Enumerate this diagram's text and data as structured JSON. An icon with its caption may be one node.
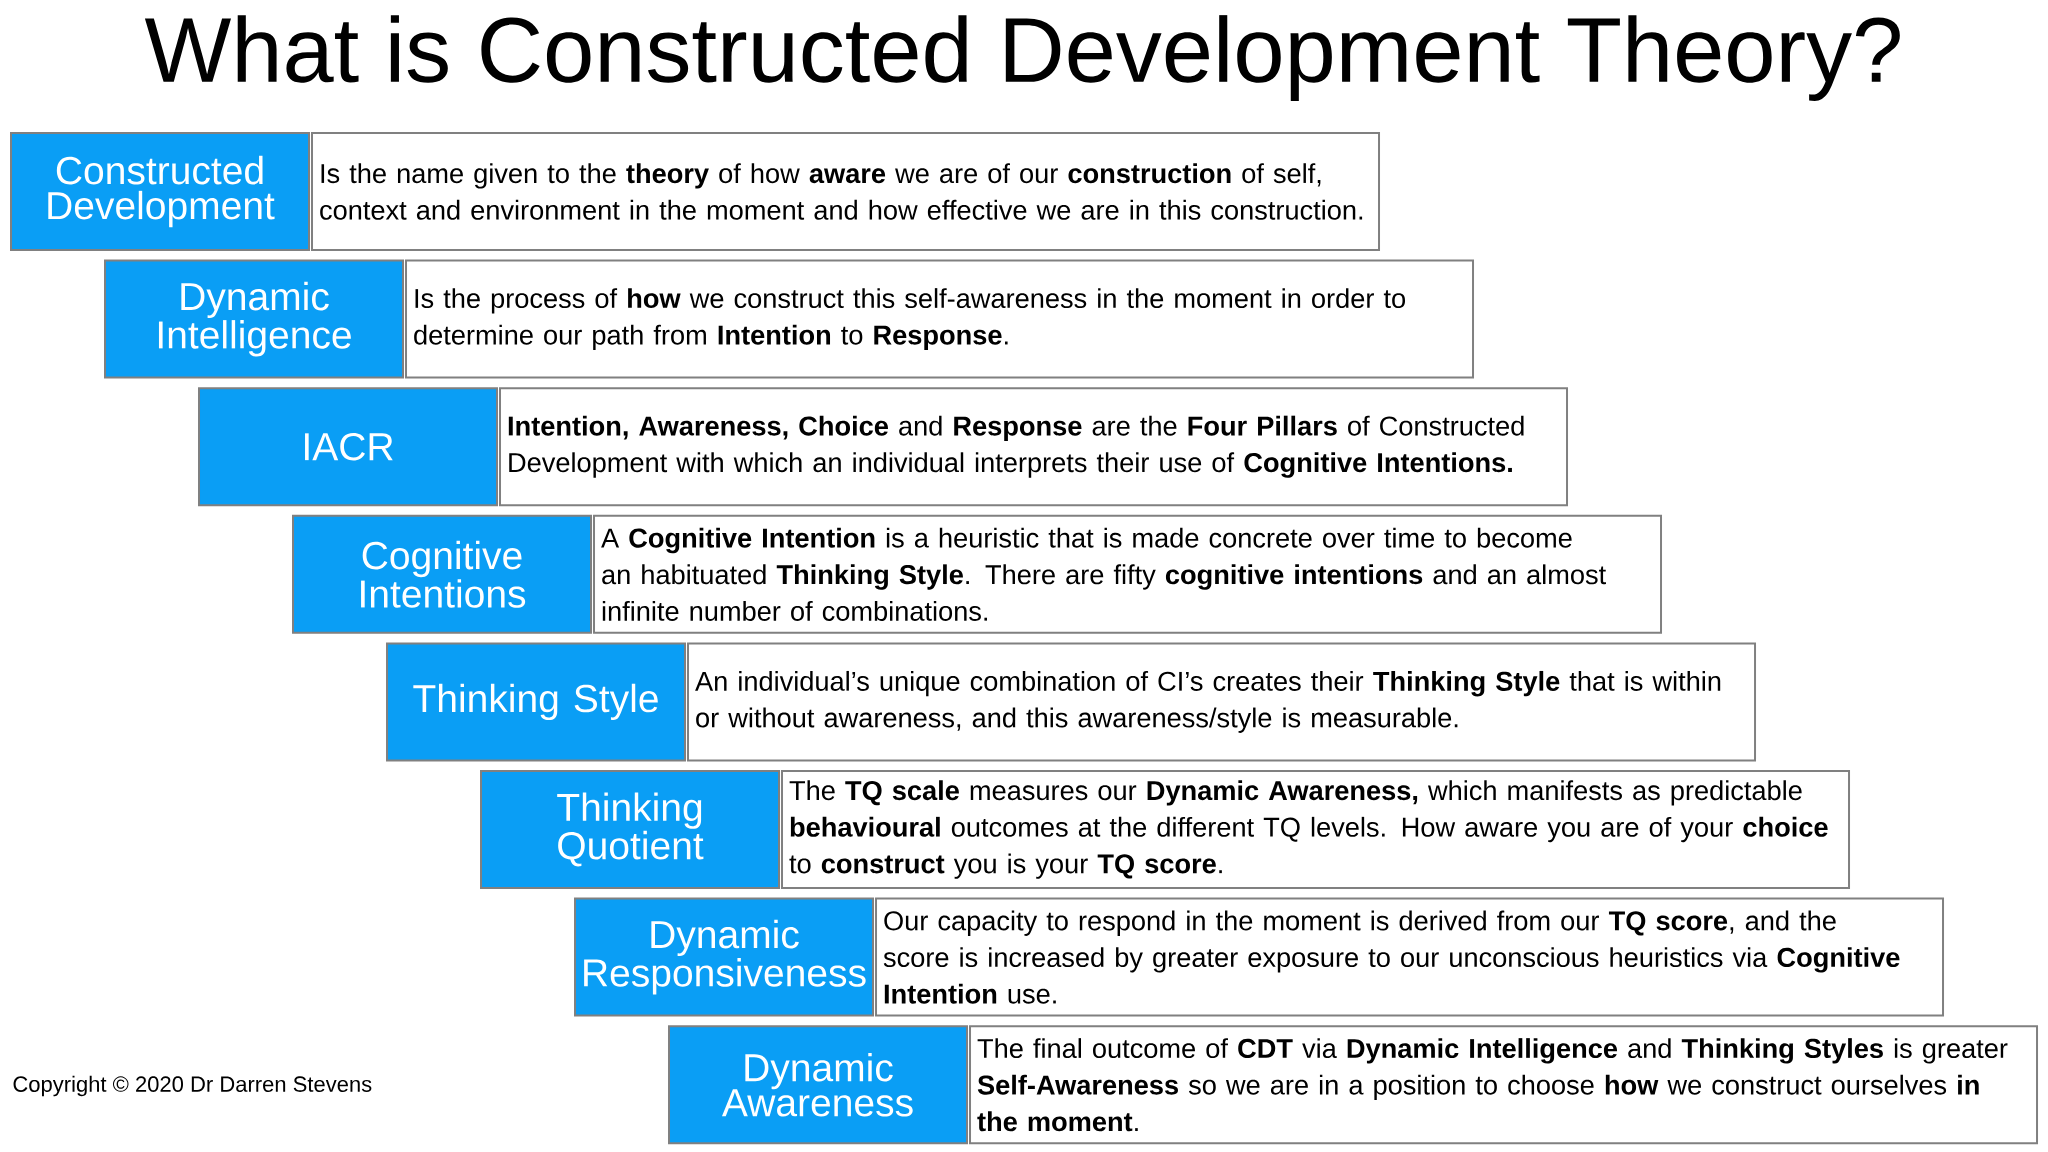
{
  "diagram": {
    "title": "What is Constructed Development Theory?",
    "nodes": [
      {
        "text": [
          "Constructed Development"
        ]
      },
      {
        "text": [
          "Is the name given to the **theory** of how **aware** we are of our **construction** of self, context and environment in the moment and how effective we are in this construction."
        ]
      },
      {
        "text": [
          "Dynamic Intelligence"
        ]
      },
      {
        "text": [
          "Is the process of **how** we construct this self-awareness in the moment in order to determine our path from **Intention** to **Response**."
        ]
      },
      {
        "text": [
          "IACR"
        ]
      },
      {
        "text": [
          "**Intention, Awareness, Choice** and **Response** are the **Four Pillars** of Constructed Development with which an individual interprets their use of **Cognitive Intentions.**"
        ]
      },
      {
        "text": [
          "Cognitive Intentions"
        ]
      },
      {
        "text": [
          "A **Cognitive Intention** is a heuristic that is made concrete over time to become an habituated **Thinking Style**. There are fifty **cognitive intentions** and an almost infinite number of combinations."
        ]
      },
      {
        "text": [
          "Thinking Style"
        ]
      },
      {
        "text": [
          "An individual’s unique combination of CI’s creates their **Thinking Style** that is within or without awareness, and this awareness/style is measurable."
        ]
      },
      {
        "text": [
          "Thinking Quotient"
        ]
      },
      {
        "text": [
          "The **TQ scale** measures our **Dynamic Awareness,** which manifests as predictable **behavioural** outcomes at the different TQ levels. How aware you are of your **choice** to **construct** you is your **TQ score**."
        ]
      },
      {
        "text": [
          "Dynamic Responsiveness"
        ]
      },
      {
        "text": [
          "Our capacity to respond in the moment is derived from our **TQ score**, and the score is increased by greater exposure to our unconscious heuristics via **Cognitive Intention** use."
        ]
      },
      {
        "text": [
          "Dynamic Awareness"
        ]
      },
      {
        "text": [
          "The final outcome of **CDT** via **Dynamic Intelligence** and **Thinking Styles** is greater **Self-Awareness** so we are in a position to choose **how** we construct ourselves **in the moment**."
        ]
      }
    ],
    "labels": [
      "Copyright © 2020 Dr Darren Stevens"
    ]
  }
}
